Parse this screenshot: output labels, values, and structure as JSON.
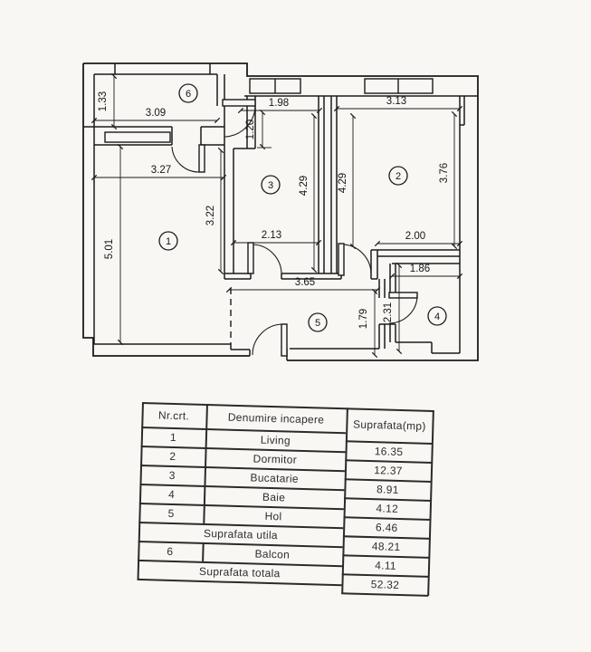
{
  "plan": {
    "room_labels": {
      "living": "1",
      "dormitor": "2",
      "bucatarie": "3",
      "baie": "4",
      "hol": "5",
      "balcon": "6"
    },
    "dimensions": {
      "balcon_height": "1.33",
      "balcon_width": "3.09",
      "bucatarie_top_width": "1.98",
      "bucatarie_nook": "1.20",
      "dormitor_width": "3.13",
      "bucatarie_height": "4.29",
      "dormitor_height_left": "4.29",
      "dormitor_height_right": "3.76",
      "living_width": "3.27",
      "living_right_height": "3.22",
      "bucatarie_width": "2.13",
      "living_height": "5.01",
      "dormitor_bottom_width": "2.00",
      "baie_width": "1.86",
      "hol_width": "3.65",
      "hol_right_height": "1.79",
      "baie_height": "2.31"
    }
  },
  "table": {
    "headers": [
      "Nr.crt.",
      "Denumire incapere",
      "Suprafata(mp)"
    ],
    "rows": [
      {
        "nr": "1",
        "name": "Living",
        "area": "16.35"
      },
      {
        "nr": "2",
        "name": "Dormitor",
        "area": "12.37"
      },
      {
        "nr": "3",
        "name": "Bucatarie",
        "area": "8.91"
      },
      {
        "nr": "4",
        "name": "Baie",
        "area": "4.12"
      },
      {
        "nr": "5",
        "name": "Hol",
        "area": "6.46"
      },
      {
        "label": "Suprafata utila",
        "area": "48.21"
      },
      {
        "nr": "6",
        "name": "Balcon",
        "area": "4.11"
      },
      {
        "label": "Suprafata totala",
        "area": "52.32"
      }
    ]
  }
}
